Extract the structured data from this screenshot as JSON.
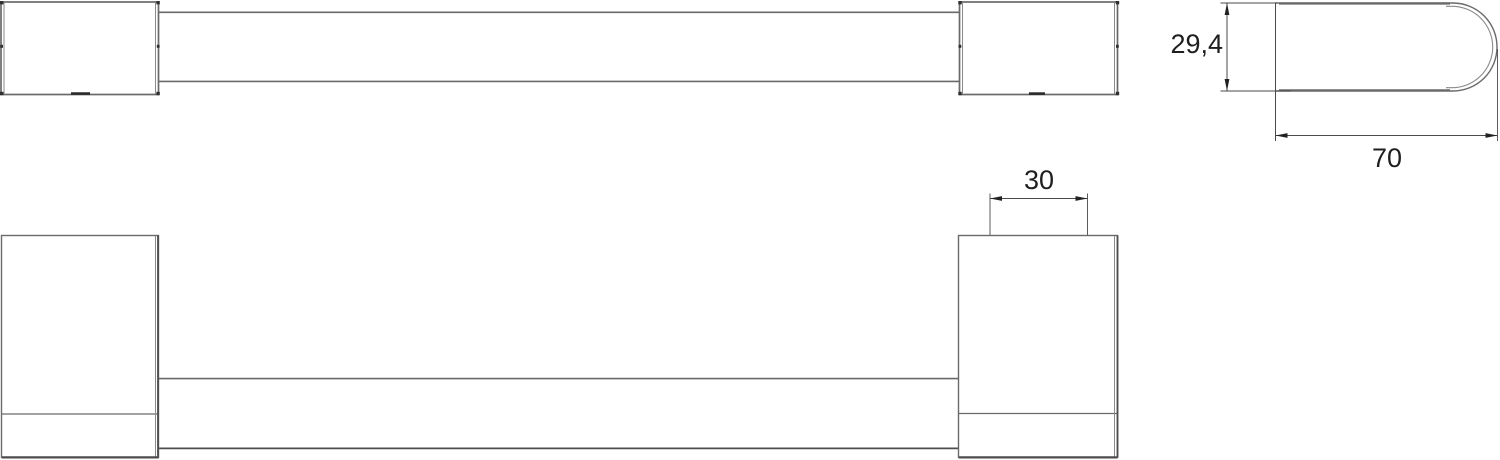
{
  "drawing": {
    "type": "technical-drawing",
    "subject": "handle-with-end-caps",
    "views": {
      "top_view": "top view of handle bar with two end caps",
      "front_view": "front view of handle bar with two end caps",
      "side_profile": "side profile of end cap with rounded nose"
    },
    "dimensions": {
      "profile_height": "29,4",
      "profile_depth": "70",
      "endcap_width": "30"
    },
    "colors": {
      "background": "#ffffff",
      "line_gray": "#6a6a6a",
      "line_dark": "#4d4d4d",
      "text": "#1f1f1f"
    }
  }
}
